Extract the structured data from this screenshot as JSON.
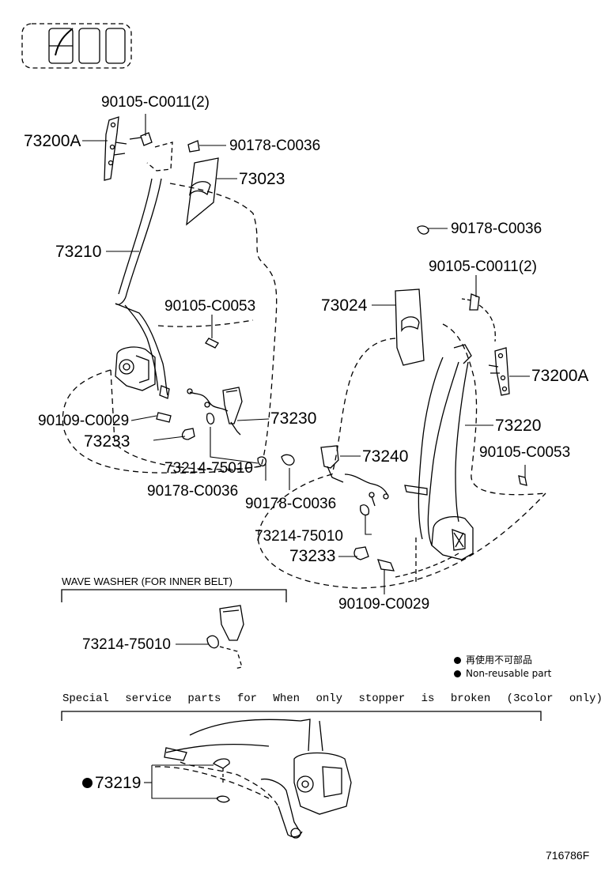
{
  "labels": {
    "p1": "90105-C0011(2)",
    "p2": "73200A",
    "p3": "90178-C0036",
    "p4": "73023",
    "p5": "73210",
    "p6": "90105-C0053",
    "p7": "90109-C0029",
    "p8": "73233",
    "p9": "73230",
    "p10": "73214-75010",
    "p11": "90178-C0036",
    "p12": "90178-C0036",
    "p13": "90105-C0011(2)",
    "p14": "73024",
    "p15": "73200A",
    "p16": "73220",
    "p17": "90105-C0053",
    "p18": "73240",
    "p19": "90178-C0036",
    "p20": "73214-75010",
    "p21": "73233",
    "p22": "90109-C0029",
    "p23": "73214-75010",
    "p24": "73219"
  },
  "notes": {
    "wave_washer": "WAVE WASHER (FOR INNER BELT)",
    "special": "Special service parts for When only stopper is broken (3color only)",
    "legend1": "再使用不可部品",
    "legend2": "Non-reusable part",
    "drawing_number": "716786F"
  }
}
